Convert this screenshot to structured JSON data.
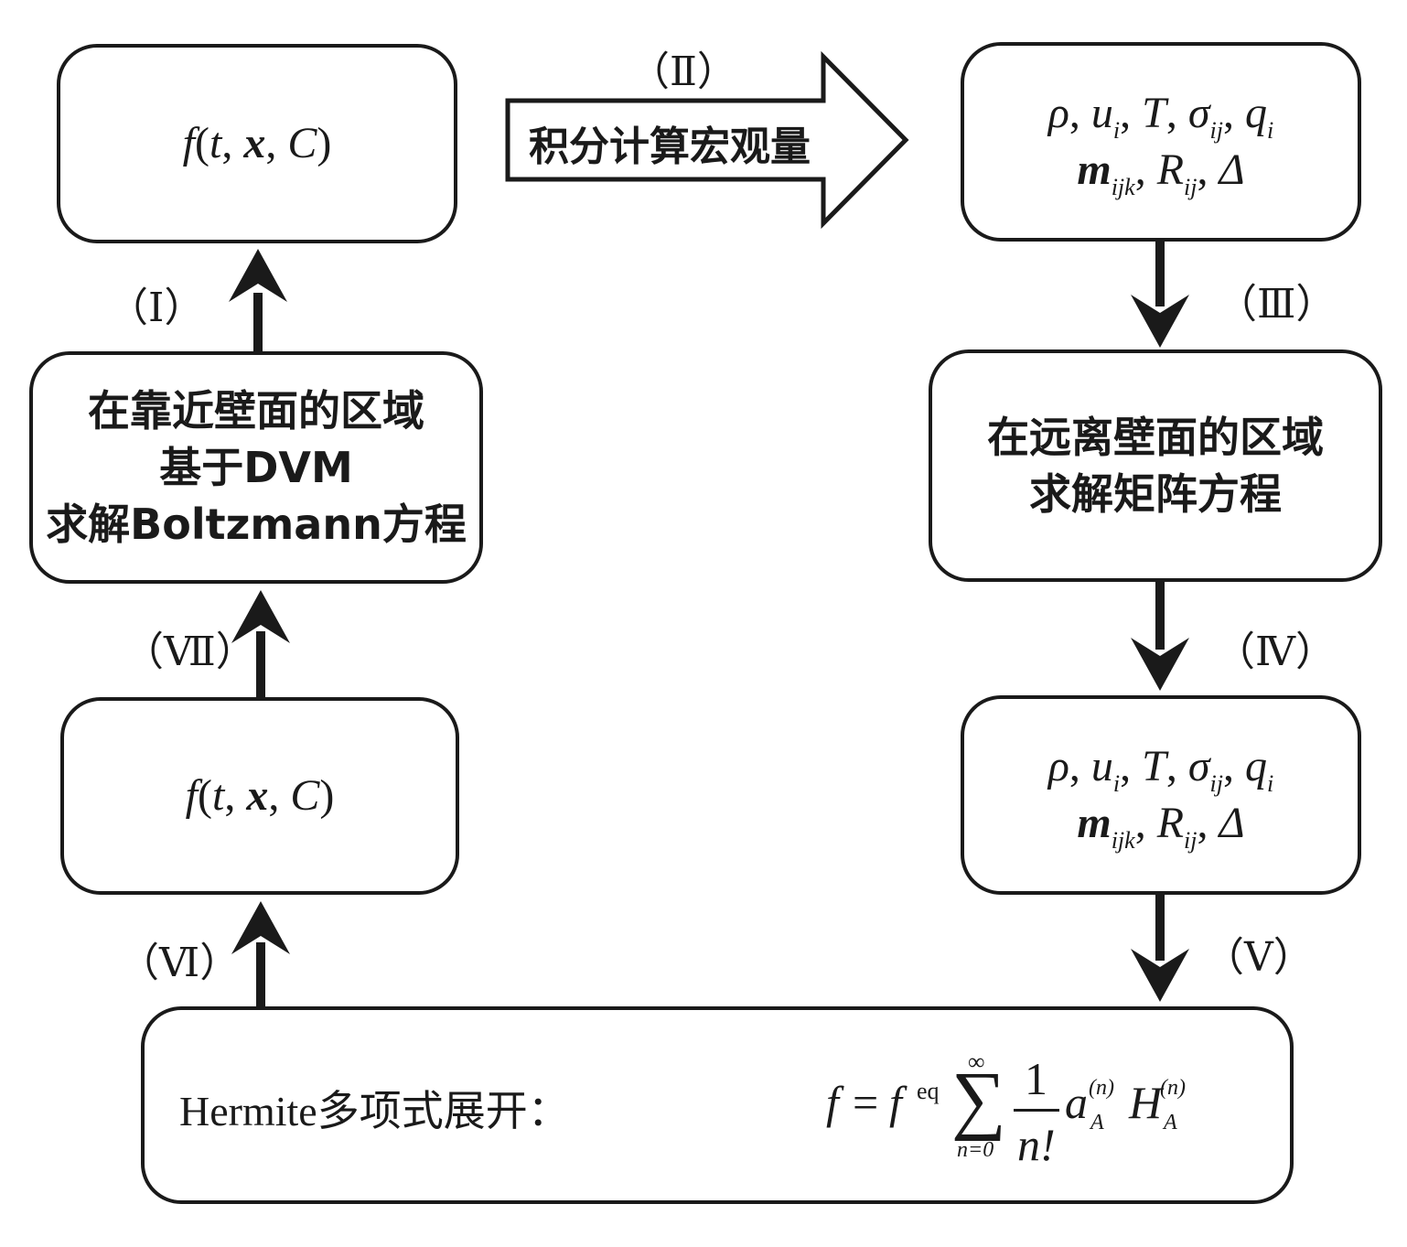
{
  "boxes": {
    "top_left": {
      "f": "f",
      "args_open": "(",
      "t": "t",
      "comma1": ", ",
      "x": "x",
      "comma2": ", ",
      "C": "C",
      "args_close": ")"
    },
    "top_right": {
      "line1": {
        "rho": "ρ",
        "sep1": ", ",
        "u": "u",
        "u_sub": "i",
        "sep2": ", ",
        "T": "T",
        "sep3": ", ",
        "sigma": "σ",
        "sigma_sub": "ij",
        "sep4": ", ",
        "q": "q",
        "q_sub": "i"
      },
      "line2": {
        "m": "m",
        "m_sub": "ijk",
        "sep1": ", ",
        "R": "R",
        "R_sub": "ij",
        "sep2": ", ",
        "delta": "Δ"
      }
    },
    "left_dvm": {
      "line1": "在靠近壁面的区域",
      "line2": "基于DVM",
      "line3": "求解Boltzmann方程"
    },
    "right_matrix": {
      "line1": "在远离壁面的区域",
      "line2": "求解矩阵方程"
    },
    "mid_left": {
      "f": "f",
      "args_open": "(",
      "t": "t",
      "comma1": ", ",
      "x": "x",
      "comma2": ", ",
      "C": "C",
      "args_close": ")"
    },
    "mid_right": {
      "line1": {
        "rho": "ρ",
        "sep1": ", ",
        "u": "u",
        "u_sub": "i",
        "sep2": ", ",
        "T": "T",
        "sep3": ", ",
        "sigma": "σ",
        "sigma_sub": "ij",
        "sep4": ", ",
        "q": "q",
        "q_sub": "i"
      },
      "line2": {
        "m": "m",
        "m_sub": "ijk",
        "sep1": ", ",
        "R": "R",
        "R_sub": "ij",
        "sep2": ", ",
        "delta": "Δ"
      }
    },
    "hermite": {
      "label": "Hermite多项式展开：",
      "formula": {
        "lhs": "f",
        "eq": "=",
        "f": "f",
        "f_sup": "eq",
        "sigma": "∑",
        "sigma_top": "∞",
        "sigma_bottom": "n=0",
        "frac_num": "1",
        "frac_den": "n!",
        "a": "a",
        "a_sup": "(n)",
        "a_sub": "A",
        "H": "H",
        "H_sup": "(n)",
        "H_sub": "A"
      }
    }
  },
  "arrows": {
    "I": "（Ⅰ）",
    "II": "（Ⅱ）",
    "II_text": "积分计算宏观量",
    "III": "（Ⅲ）",
    "IV": "（Ⅳ）",
    "V": "（Ⅴ）",
    "VI": "（Ⅵ）",
    "VII": "（Ⅶ）"
  },
  "colors": {
    "stroke": "#1a1a1a",
    "background": "#ffffff"
  }
}
